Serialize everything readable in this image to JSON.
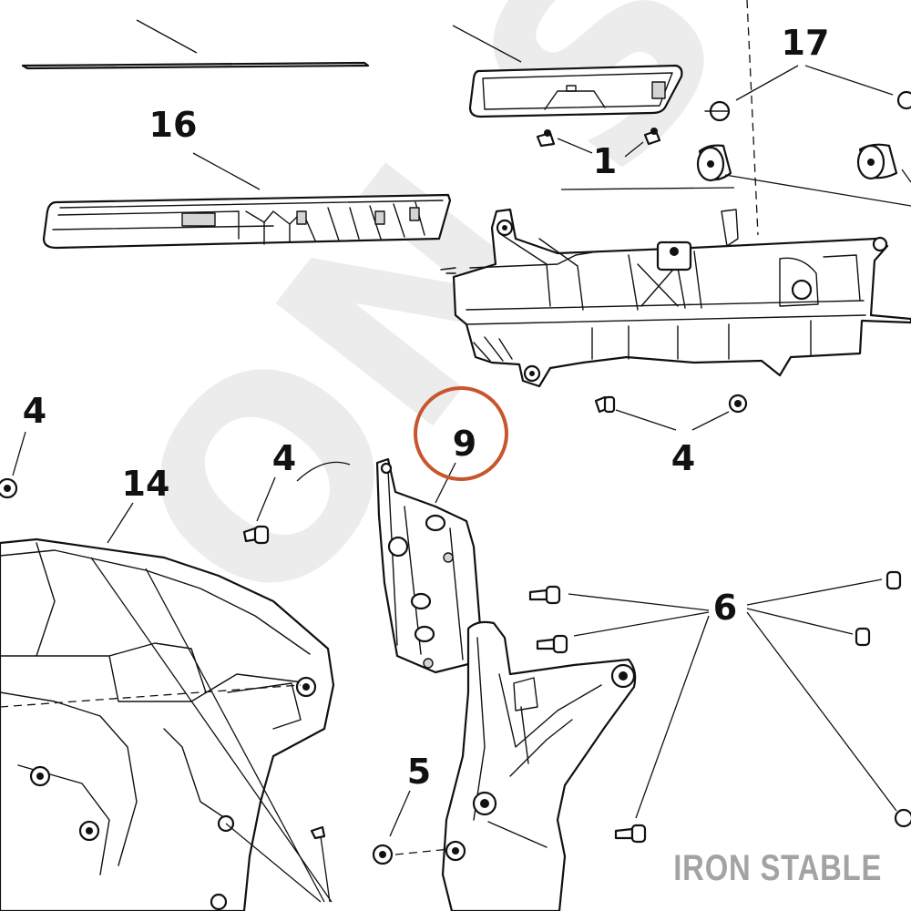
{
  "diagram": {
    "callouts": [
      {
        "id": "c16",
        "text": "16"
      },
      {
        "id": "c17",
        "text": "17"
      },
      {
        "id": "c1",
        "text": "1"
      },
      {
        "id": "c4a",
        "text": "4"
      },
      {
        "id": "c4b",
        "text": "4"
      },
      {
        "id": "c4c",
        "text": "4"
      },
      {
        "id": "c14",
        "text": "14"
      },
      {
        "id": "c9",
        "text": "9"
      },
      {
        "id": "c6",
        "text": "6"
      },
      {
        "id": "c5",
        "text": "5"
      }
    ],
    "highlight": {
      "callout": "9",
      "color": "#c8552d"
    },
    "watermark": "IRON STABLE",
    "brand_label": "IRON STABLE"
  }
}
